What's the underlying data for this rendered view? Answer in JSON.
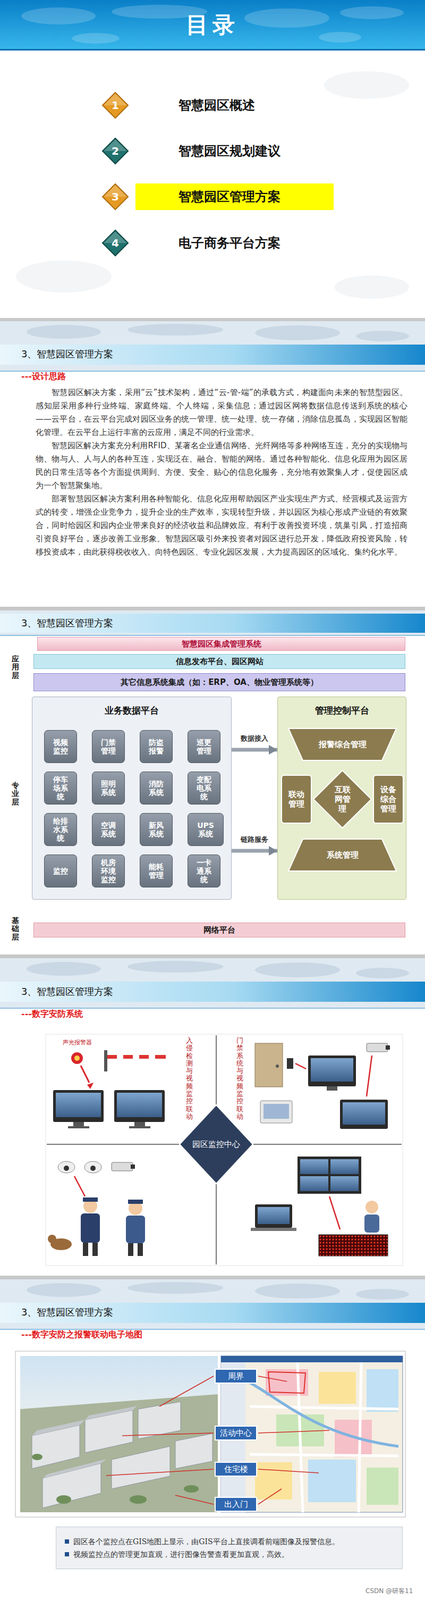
{
  "diagram": {
    "title": "目录",
    "nodes": [
      {
        "text": [
          "1"
        ]
      },
      {
        "text": [
          "2"
        ]
      },
      {
        "text": [
          "3"
        ]
      },
      {
        "text": [
          "4"
        ]
      },
      {
        "text": [
          "智慧园区管理方案"
        ]
      },
      {
        "text": [
          "智慧园区集成管理系统"
        ]
      },
      {
        "text": [
          "信息发布平台、园区网站"
        ]
      },
      {
        "text": [
          "其它信息系统集成（如：ERP、OA、物业管理系统等）"
        ]
      },
      {
        "text": [
          "业务数据平台"
        ]
      },
      {
        "text": [
          "视频监控"
        ],
        "in": 8
      },
      {
        "text": [
          "门禁管理"
        ],
        "in": 8
      },
      {
        "text": [
          "防盗报警"
        ],
        "in": 8
      },
      {
        "text": [
          "巡更管理"
        ],
        "in": 8
      },
      {
        "text": [
          "停车场系统"
        ],
        "in": 8
      },
      {
        "text": [
          "照明系统"
        ],
        "in": 8
      },
      {
        "text": [
          "消防系统"
        ],
        "in": 8
      },
      {
        "text": [
          "变配电系统"
        ],
        "in": 8
      },
      {
        "text": [
          "给排水系统"
        ],
        "in": 8
      },
      {
        "text": [
          "空调系统"
        ],
        "in": 8
      },
      {
        "text": [
          "新风系统"
        ],
        "in": 8
      },
      {
        "text": [
          "UPS系统"
        ],
        "in": 8
      },
      {
        "text": [
          "监控"
        ],
        "in": 8
      },
      {
        "text": [
          "机房环境监控"
        ],
        "in": 8
      },
      {
        "text": [
          "能耗管理"
        ],
        "in": 8
      },
      {
        "text": [
          "一卡通系统"
        ],
        "in": 8
      },
      {
        "text": [
          "管理控制平台"
        ]
      },
      {
        "text": [
          "报警综合管理"
        ],
        "in": 25
      },
      {
        "text": [
          "联动管理"
        ],
        "in": 25
      },
      {
        "text": [
          "互联网管理"
        ],
        "in": 25
      },
      {
        "text": [
          "设备综合管理"
        ],
        "in": 25
      },
      {
        "text": [
          "系统管理"
        ],
        "in": 25
      },
      {
        "text": [
          "网络平台"
        ]
      },
      {
        "text": [
          "园区监控中心"
        ]
      },
      {
        "text": [
          "周界"
        ]
      },
      {
        "text": [
          "活动中心"
        ]
      },
      {
        "text": [
          "住宅楼"
        ]
      },
      {
        "text": [
          "出入门"
        ]
      },
      {
        "text": [
          "园区各个监控点在GIS地图上显示，由GIS平台上直接调看前端图像及报警信息。",
          "视频监控点的管理更加直观，进行图像告警查看更加直观，高效。"
        ]
      }
    ],
    "edges": [
      {
        "from": 8,
        "to": 25,
        "arrow": "to",
        "label": "数据接入"
      },
      {
        "from": 8,
        "to": 25,
        "arrow": "to",
        "label": "链路服务"
      }
    ],
    "labels": [
      "智慧园区概述",
      "智慧园区规划建议",
      "电子商务平台方案",
      "3、智慧园区管理方案",
      "---设计思路",
      "智慧园区解决方案，采用“云”技术架构，通过“云-管-端”的承载方式，构建面向未来的智慧型园区。感知层采用多种行业终端、家庭终端、个人终端，采集信息；通过园区网将数据信息传送到系统的核心——云平台，在云平台完成对园区业务的统一管理、统一处理、统一存储，消除信息孤岛，实现园区智能化管理。在云平台上运行丰富的云应用，满足不同的行业需求。",
      "智慧园区解决方案充分利用RFID、某著名企业通信网络、光纤网络等多种网络互连，充分的实现物与物、物与人、人与人的各种互连，实现泛在、融合、智能的网络。通过各种智能化、信息化应用为园区居民的日常生活等各个方面提供周到、方便、安全、贴心的信息化服务，充分地有效聚集人才，促使园区成为一个智慧聚集地。",
      "部署智慧园区解决方案利用各种智能化、信息化应用帮助园区产业实现生产方式、经营模式及运营方式的转变，增强企业竞争力，提升企业的生产效率，实现转型升级，并以园区为核心形成产业链的有效聚合，同时给园区和园内企业带来良好的经济收益和品牌效应。有利于改善投资环境，筑巢引凤，打造招商引资良好平台，逐步改善工业形象。智慧园区吸引外来投资者对园区进行总开发，降低政府投资风险，转移投资成本，由此获得税收收入。向特色园区、专业化园区发展，大力提高园区的区域化、集约化水平。",
      "3、智慧园区管理方案",
      "应用层",
      "专业层",
      "基础层",
      "3、智慧园区管理方案",
      "---数字安防系统",
      "入侵检测与视频监控联动",
      "门禁系统与视频监控联动",
      "声光报警器",
      "3、智慧园区管理方案",
      "---数字安防之报警联动电子地图",
      "CSDN @研客11"
    ]
  }
}
